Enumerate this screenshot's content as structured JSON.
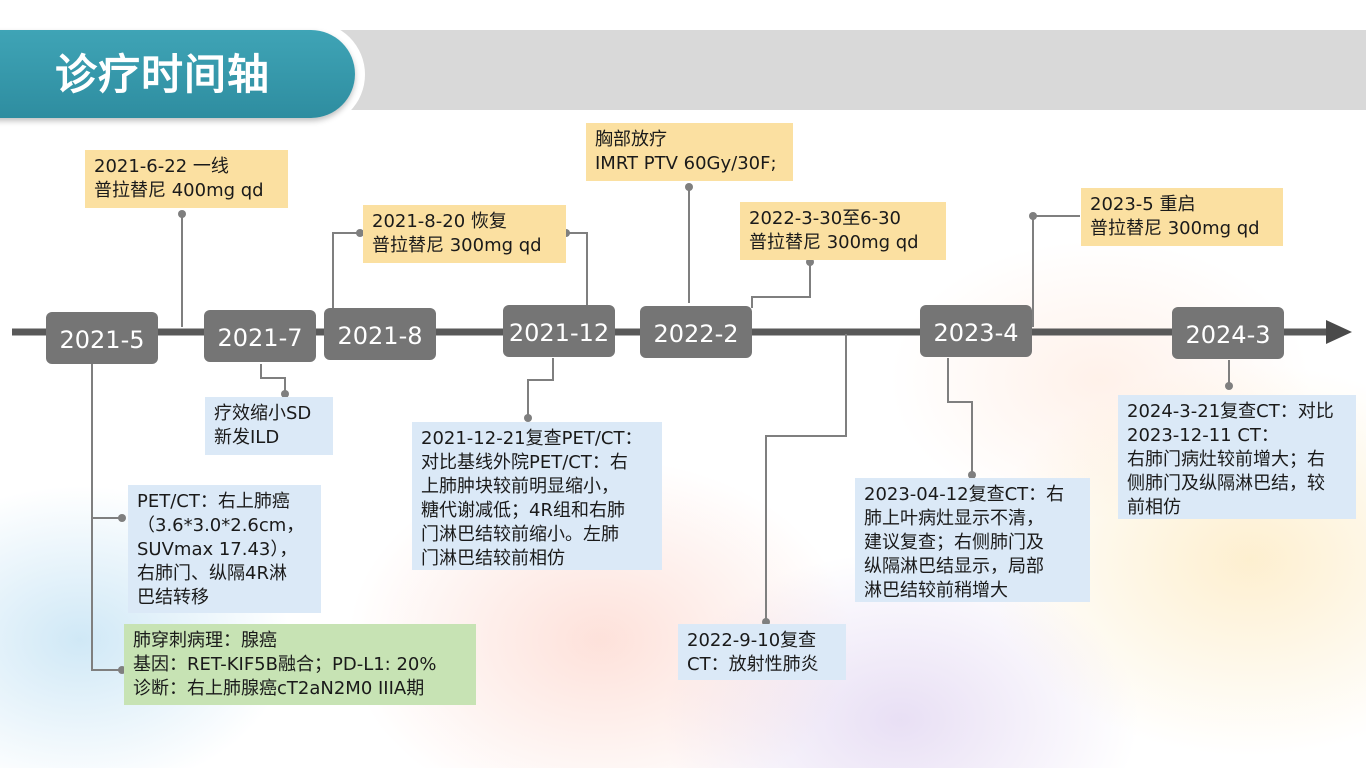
{
  "title": "诊疗时间轴",
  "timeline": {
    "years": [
      "2021-5",
      "2021-7",
      "2021-8",
      "2021-12",
      "2022-2",
      "2023-4",
      "2024-3"
    ]
  },
  "notes": {
    "n1": "2021-6-22 一线\n普拉替尼 400mg qd",
    "n2": "2021-8-20 恢复\n普拉替尼 300mg qd",
    "n3": "胸部放疗\nIMRT PTV 60Gy/30F;",
    "n4": "2022-3-30至6-30\n普拉替尼 300mg qd",
    "n5": "2023-5 重启\n普拉替尼 300mg qd",
    "n6": "疗效缩小SD\n新发ILD",
    "n7": "PET/CT：右上肺癌\n（3.6*3.0*2.6cm，\nSUVmax 17.43），\n右肺门、纵隔4R淋\n巴结转移",
    "n8": "肺穿刺病理：腺癌\n基因：RET-KIF5B融合；PD-L1: 20%\n诊断：右上肺腺癌cT2aN2M0 IIIA期",
    "n9": "2021-12-21复查PET/CT：\n对比基线外院PET/CT：右\n上肺肿块较前明显缩小，\n糖代谢减低；4R组和右肺\n门淋巴结较前缩小。左肺\n门淋巴结较前相仿",
    "n10": "2022-9-10复查\nCT：放射性肺炎",
    "n11": "2023-04-12复查CT：右\n肺上叶病灶显示不清，\n建议复查；右侧肺门及\n纵隔淋巴结显示，局部\n淋巴结较前稍增大",
    "n12": "2024-3-21复查CT：对比\n2023-12-11 CT：\n右肺门病灶较前增大；右\n侧肺门及纵隔淋巴结，较\n前相仿"
  },
  "colors": {
    "title_bg": "#3fa4b6",
    "timeline": "#595959",
    "year_box": "#757575",
    "note_yellow": "#fbe0a1",
    "note_blue": "#dbe9f7",
    "note_green": "#c7e3b4"
  }
}
